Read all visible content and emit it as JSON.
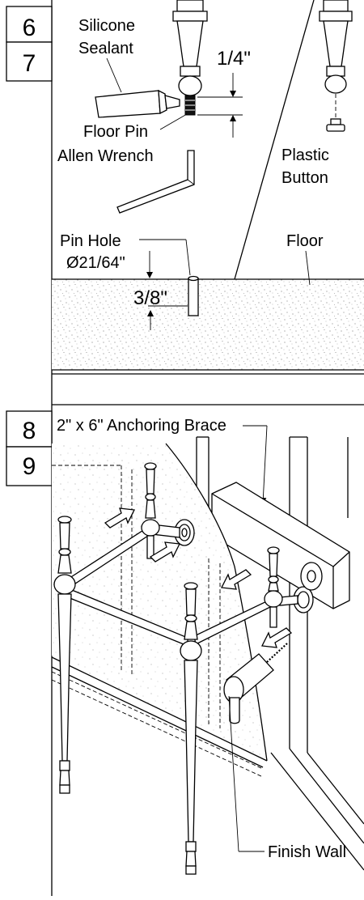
{
  "steps": {
    "a": "6",
    "b": "7",
    "c": "8",
    "d": "9"
  },
  "top_panel": {
    "silicone_sealant_line1": "Silicone",
    "silicone_sealant_line2": "Sealant",
    "pin_length": "1/4\"",
    "floor_pin": "Floor Pin",
    "allen_wrench": "Allen Wrench",
    "plastic_button_line1": "Plastic",
    "plastic_button_line2": "Button",
    "pin_hole": "Pin Hole",
    "pin_hole_diameter": "Ø21/64\"",
    "floor": "Floor",
    "hole_depth": "3/8\""
  },
  "bottom_panel": {
    "anchoring_brace": "2\" x 6\" Anchoring Brace",
    "finish_wall": "Finish Wall"
  }
}
